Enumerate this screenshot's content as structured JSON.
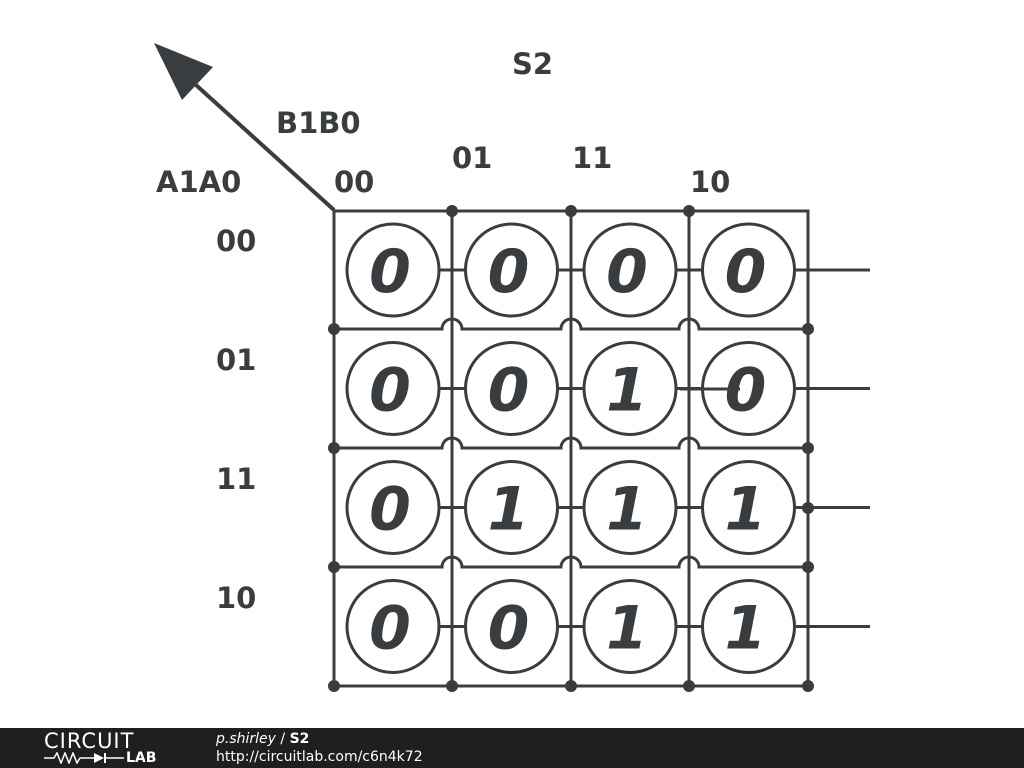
{
  "diagram": {
    "output_label": "S2",
    "column_variable": "B1B0",
    "row_variable": "A1A0",
    "column_headers": [
      "00",
      "01",
      "11",
      "10"
    ],
    "row_headers": [
      "00",
      "01",
      "11",
      "10"
    ],
    "cells": [
      [
        "0",
        "0",
        "0",
        "0"
      ],
      [
        "0",
        "0",
        "1",
        "0"
      ],
      [
        "0",
        "1",
        "1",
        "1"
      ],
      [
        "0",
        "0",
        "1",
        "1"
      ]
    ]
  },
  "colors": {
    "stroke": "#3a3d40",
    "footer_background": "#1f1f1f",
    "footer_text": "#ffffff"
  },
  "footer": {
    "logo_top": "CIRCUIT",
    "logo_bottom": "LAB",
    "author": "p.shirley",
    "separator": " / ",
    "title": "S2",
    "url": "http://circuitlab.com/c6n4k72"
  }
}
